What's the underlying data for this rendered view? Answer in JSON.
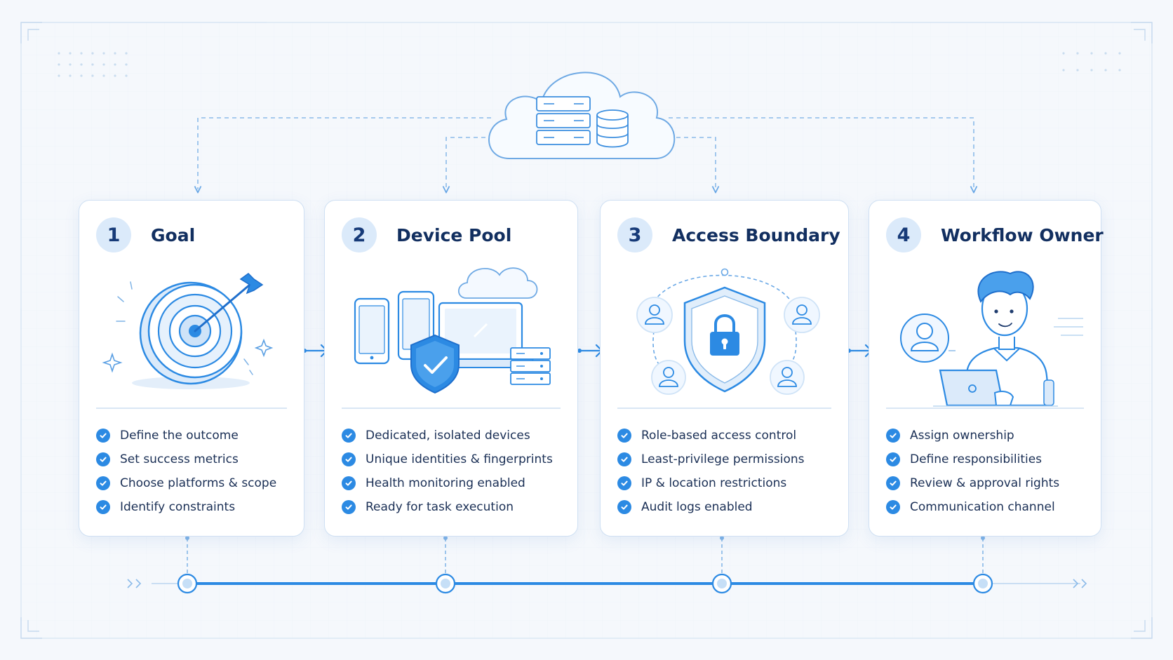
{
  "colors": {
    "accent": "#2c8ae3",
    "accent_light": "#dbeafa",
    "line": "#8cbbe9",
    "title": "#122f60",
    "text": "#1a2f55",
    "card_border": "#cfe0f3"
  },
  "cloud": {
    "icon": "cloud-server-database-icon"
  },
  "steps": [
    {
      "number": "1",
      "title": "Goal",
      "icon": "target-arrow-icon",
      "items": [
        "Define the outcome",
        "Set success metrics",
        "Choose platforms & scope",
        "Identify constraints"
      ]
    },
    {
      "number": "2",
      "title": "Device Pool",
      "icon": "devices-shield-icon",
      "items": [
        "Dedicated, isolated devices",
        "Unique identities & fingerprints",
        "Health monitoring enabled",
        "Ready for task execution"
      ]
    },
    {
      "number": "3",
      "title": "Access Boundary",
      "icon": "shield-lock-icon",
      "items": [
        "Role-based access control",
        "Least-privilege permissions",
        "IP & location restrictions",
        "Audit logs enabled"
      ]
    },
    {
      "number": "4",
      "title": "Workflow Owner",
      "icon": "person-laptop-icon",
      "items": [
        "Assign ownership",
        "Define responsibilities",
        "Review & approval  rights",
        "Communication channel"
      ]
    }
  ]
}
